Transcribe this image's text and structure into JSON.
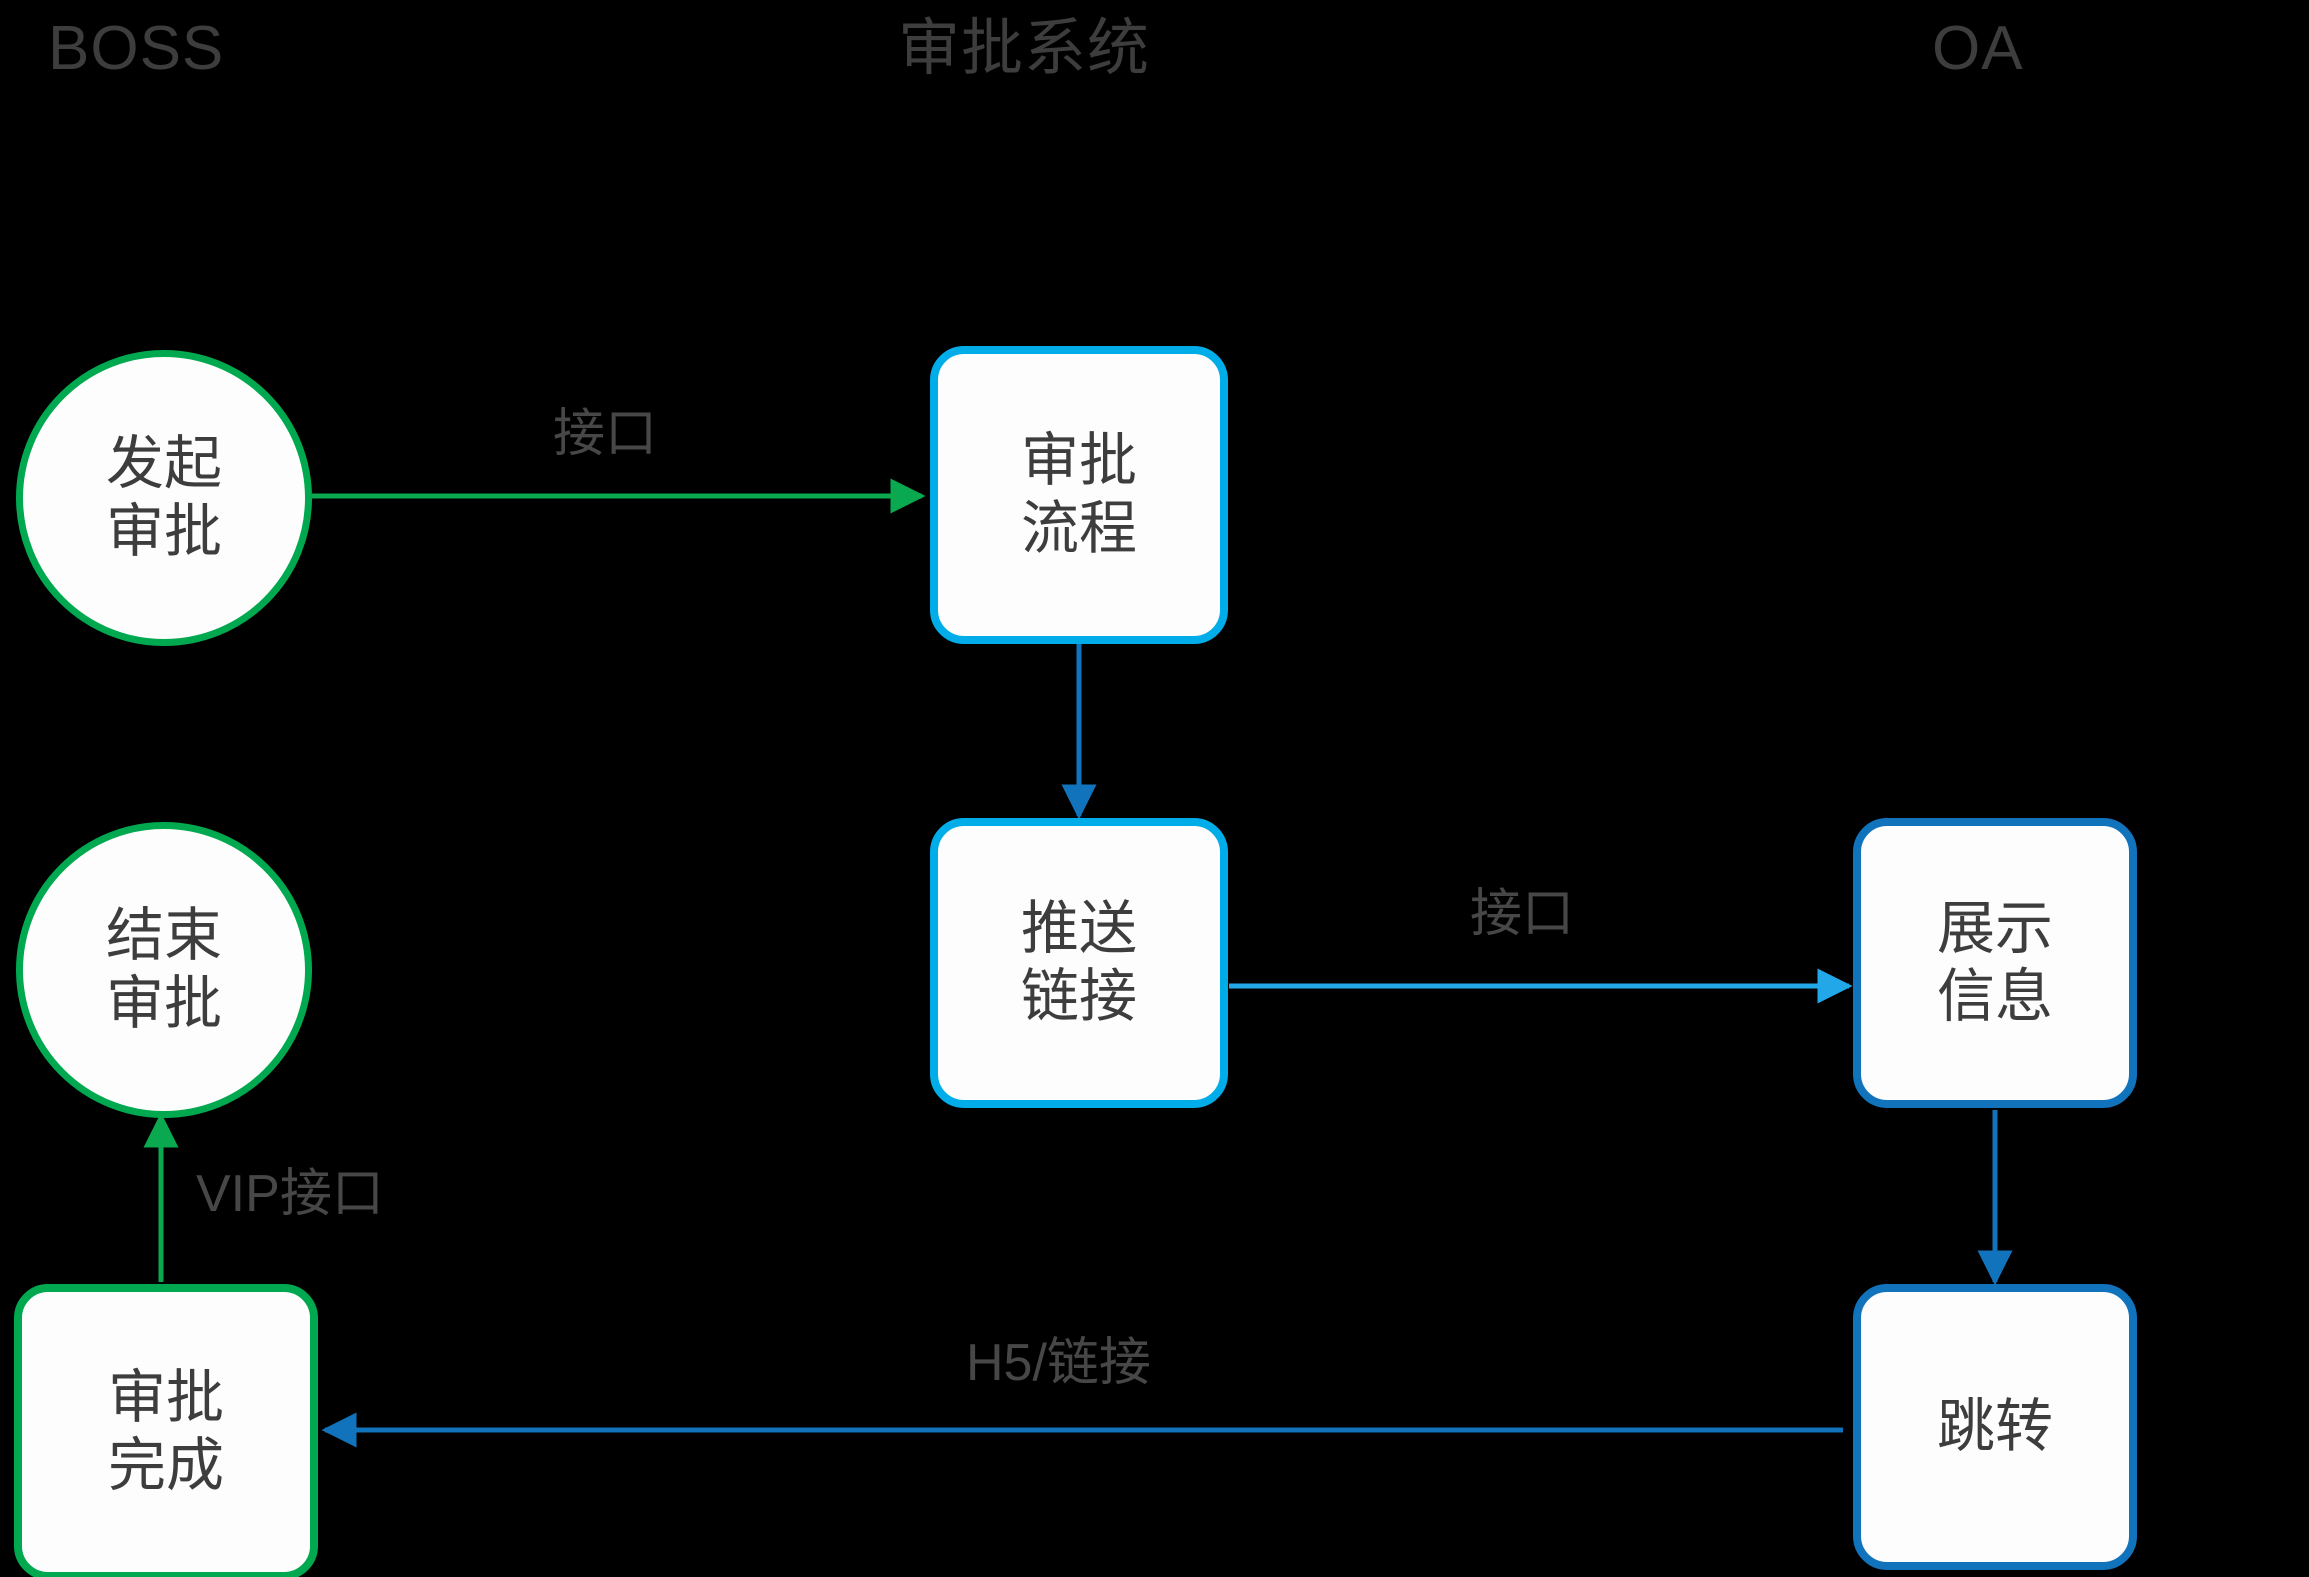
{
  "diagram": {
    "type": "flowchart",
    "background": "#000000",
    "swimlanes": [
      {
        "id": "boss",
        "title": "BOSS"
      },
      {
        "id": "approval",
        "title": "审批系统"
      },
      {
        "id": "oa",
        "title": "OA"
      }
    ],
    "colors": {
      "green": "#00a94f",
      "cyan": "#00ade8",
      "blue": "#1273bd",
      "arrow_green": "#0aa84f",
      "arrow_cyan": "#22a8e8",
      "arrow_blue": "#1273bd",
      "text": "#3d3d3d",
      "node_fill": "#fdfdfd",
      "background": "#000000"
    },
    "nodes": [
      {
        "id": "start",
        "shape": "circle",
        "lane": "boss",
        "accent": "green",
        "lines": [
          "发起",
          "审批"
        ]
      },
      {
        "id": "flow",
        "shape": "rounded-rect",
        "lane": "approval",
        "accent": "cyan",
        "lines": [
          "审批",
          "流程"
        ]
      },
      {
        "id": "push",
        "shape": "rounded-rect",
        "lane": "approval",
        "accent": "cyan",
        "lines": [
          "推送",
          "链接"
        ]
      },
      {
        "id": "display",
        "shape": "rounded-rect",
        "lane": "oa",
        "accent": "blue",
        "lines": [
          "展示",
          "信息"
        ]
      },
      {
        "id": "jump",
        "shape": "rounded-rect",
        "lane": "oa",
        "accent": "blue",
        "lines": [
          "跳转"
        ]
      },
      {
        "id": "end",
        "shape": "circle",
        "lane": "boss",
        "accent": "green",
        "lines": [
          "结束",
          "审批"
        ]
      },
      {
        "id": "done",
        "shape": "rounded-rect",
        "lane": "boss",
        "accent": "green",
        "lines": [
          "审批",
          "完成"
        ]
      }
    ],
    "edges": [
      {
        "id": "start-to-flow",
        "from": "start",
        "to": "flow",
        "label": "接口",
        "color": "green",
        "direction": "right"
      },
      {
        "id": "flow-to-push",
        "from": "flow",
        "to": "push",
        "label": "",
        "color": "blue",
        "direction": "down"
      },
      {
        "id": "push-to-display",
        "from": "push",
        "to": "display",
        "label": "接口",
        "color": "cyan",
        "direction": "right"
      },
      {
        "id": "display-to-jump",
        "from": "display",
        "to": "jump",
        "label": "",
        "color": "blue",
        "direction": "down"
      },
      {
        "id": "jump-to-done",
        "from": "jump",
        "to": "done",
        "label": "H5/链接",
        "color": "blue",
        "direction": "left"
      },
      {
        "id": "done-to-end",
        "from": "done",
        "to": "end",
        "label": "VIP接口",
        "color": "green",
        "direction": "up"
      }
    ]
  }
}
